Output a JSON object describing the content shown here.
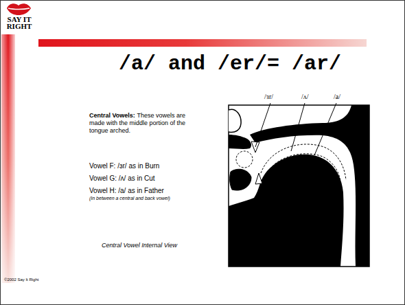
{
  "diagram": {
    "title": "/a/ and /er/= /ar/",
    "labels": [
      "SAY IT RIGHT",
      "Central Vowels:",
      "These vowels are made with the middle portion of the tongue arched.",
      "Vowel F: /ɜr/ as in Burn",
      "Vowel G: /ʌ/ as in Cut",
      "Vowel H: /a/ as in Father",
      "(In between a central and back vowel)",
      "Central Vowel Internal View",
      "/ɜr/",
      "/ʌ/",
      "/a/",
      "©2002 Say It Right"
    ]
  }
}
